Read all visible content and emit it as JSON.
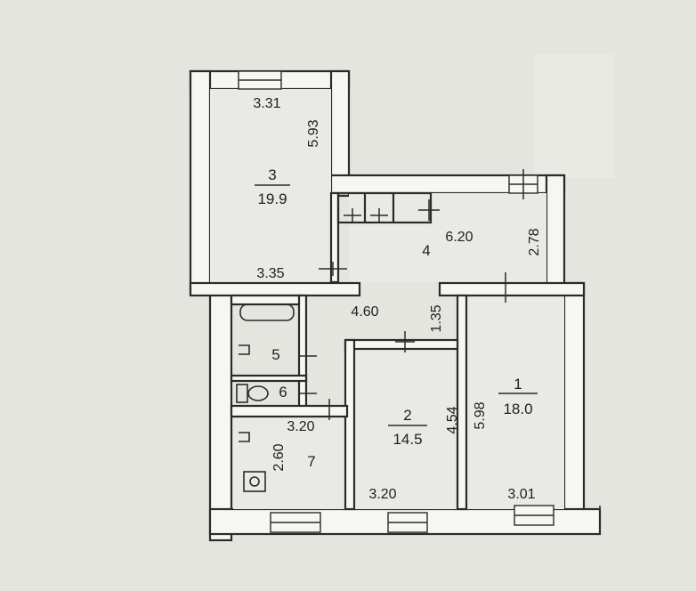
{
  "plan": {
    "rooms": [
      {
        "number": "3",
        "area": "19.9"
      },
      {
        "number": "4"
      },
      {
        "number": "1",
        "area": "18.0"
      },
      {
        "number": "2",
        "area": "14.5"
      },
      {
        "number": "5"
      },
      {
        "number": "6"
      },
      {
        "number": "7"
      }
    ],
    "dimensions": {
      "r3_top_width": "3.31",
      "r3_depth": "5.93",
      "r3_bottom_width": "3.35",
      "hall_width": "6.20",
      "hall_depth": "2.78",
      "corridor_width": "4.60",
      "corridor_depth": "1.35",
      "r2_depth": "4.54",
      "r1_depth": "5.98",
      "r1_width": "3.01",
      "r2_width": "3.20",
      "r7_width": "3.20",
      "r7_depth": "2.60"
    }
  }
}
